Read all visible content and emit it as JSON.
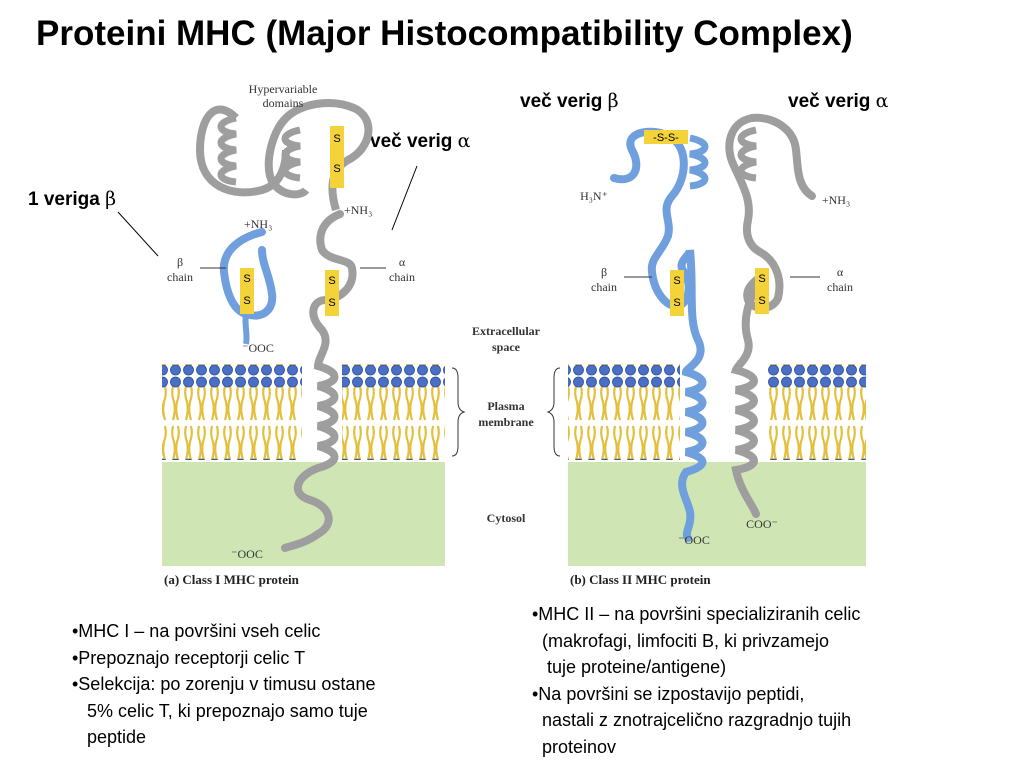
{
  "title": "Proteini MHC (Major Histocompatibility Complex)",
  "callouts": {
    "one_chain_beta_text": "1 veriga ",
    "multi_chain_alpha_left_text": "več verig ",
    "multi_chain_beta_right_text": "več verig ",
    "multi_chain_alpha_right_text": "več verig ",
    "beta_symbol": "β",
    "alpha_symbol": "α"
  },
  "figure": {
    "hypervariable_label_line1": "Hypervariable",
    "hypervariable_label_line2": "domains",
    "nh3_plus": "+NH₃",
    "h3n_plus": "H₃N⁺",
    "beta_label": "β",
    "alpha_label": "α",
    "chain_label": "chain",
    "ooc_minus": "⁻OOC",
    "coo_minus": "COO⁻",
    "disulfide": "S",
    "disulfide_horizontal": "-S-S-",
    "extracellular_line1": "Extracellular",
    "extracellular_line2": "space",
    "plasma_line1": "Plasma",
    "plasma_line2": "membrane",
    "cytosol": "Cytosol",
    "caption_a": "(a) Class I MHC protein",
    "caption_b": "(b) Class II MHC protein"
  },
  "bullets_left": [
    "•MHC I – na površini vseh celic",
    "•Prepoznajo receptorji celic T",
    "•Selekcija: po zorenju v timusu ostane",
    "   5% celic T, ki prepoznajo samo tuje",
    "   peptide"
  ],
  "bullets_right": [
    "•MHC II – na površini specializiranih celic",
    "  (makrofagi, limfociti B, ki privzamejo",
    "   tuje proteine/antigene)",
    "•Na površini se izpostavijo peptidi,",
    "  nastali z znotrajcelično razgradnjo tujih",
    "  proteinov"
  ],
  "colors": {
    "cytosol": "#cfe6b4",
    "lipid_head": "#4a6fc7",
    "lipid_tail": "#e8c84a",
    "gray_chain": "#a6a6a6",
    "blue_chain": "#6f9fdc",
    "disulfide_box": "#f3d23a"
  }
}
